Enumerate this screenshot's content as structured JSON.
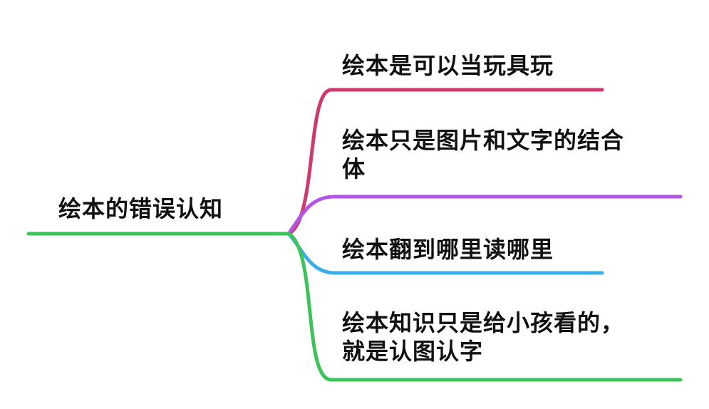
{
  "root": {
    "label": "绘本的错误认知",
    "color": "#3cc35a"
  },
  "branches": [
    {
      "line1": "绘本是可以当玩具玩",
      "line2": "",
      "color": "#d03a6a"
    },
    {
      "line1": "绘本只是图片和文字的结合",
      "line2": "体",
      "color": "#b555e0"
    },
    {
      "line1": "绘本翻到哪里读哪里",
      "line2": "",
      "color": "#3aaee8"
    },
    {
      "line1": "绘本知识只是给小孩看的，",
      "line2": "就是认图认字",
      "color": "#3cc35a"
    }
  ]
}
